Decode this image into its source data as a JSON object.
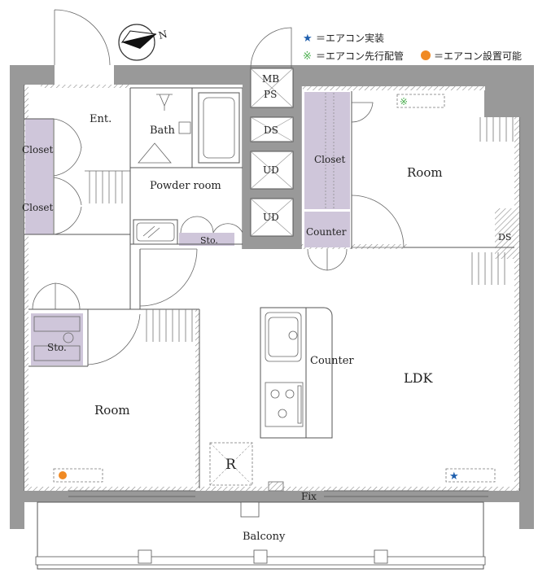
{
  "legend": {
    "star_text": "＝エアコン実装",
    "sleeve_text": "＝エアコン先行配管",
    "dot_text": "＝エアコン設置可能",
    "star_color": "#1f5fae",
    "sleeve_color": "#4caf50",
    "dot_color": "#f08a24"
  },
  "compass": {
    "label": "N"
  },
  "rooms": {
    "entrance": "Ent.",
    "bath": "Bath",
    "powder_room": "Powder room",
    "closet_left_1": "Closet",
    "closet_left_2": "Closet",
    "closet_right": "Closet",
    "room_upper": "Room",
    "room_lower": "Room",
    "counter_small": "Counter",
    "counter_kitchen": "Counter",
    "ldk": "LDK",
    "storage_powder": "Sto.",
    "storage_lower": "Sto.",
    "refrigerator": "R",
    "balcony": "Balcony",
    "fix": "Fix"
  },
  "shafts": {
    "mbps_1": "MB",
    "mbps_2": "PS",
    "ds_1": "DS",
    "ud_1": "UD",
    "ud_2": "UD",
    "ds_right": "DS"
  },
  "colors": {
    "wall": "#999999",
    "storage_fill": "#cfc6da",
    "line": "#555555"
  }
}
